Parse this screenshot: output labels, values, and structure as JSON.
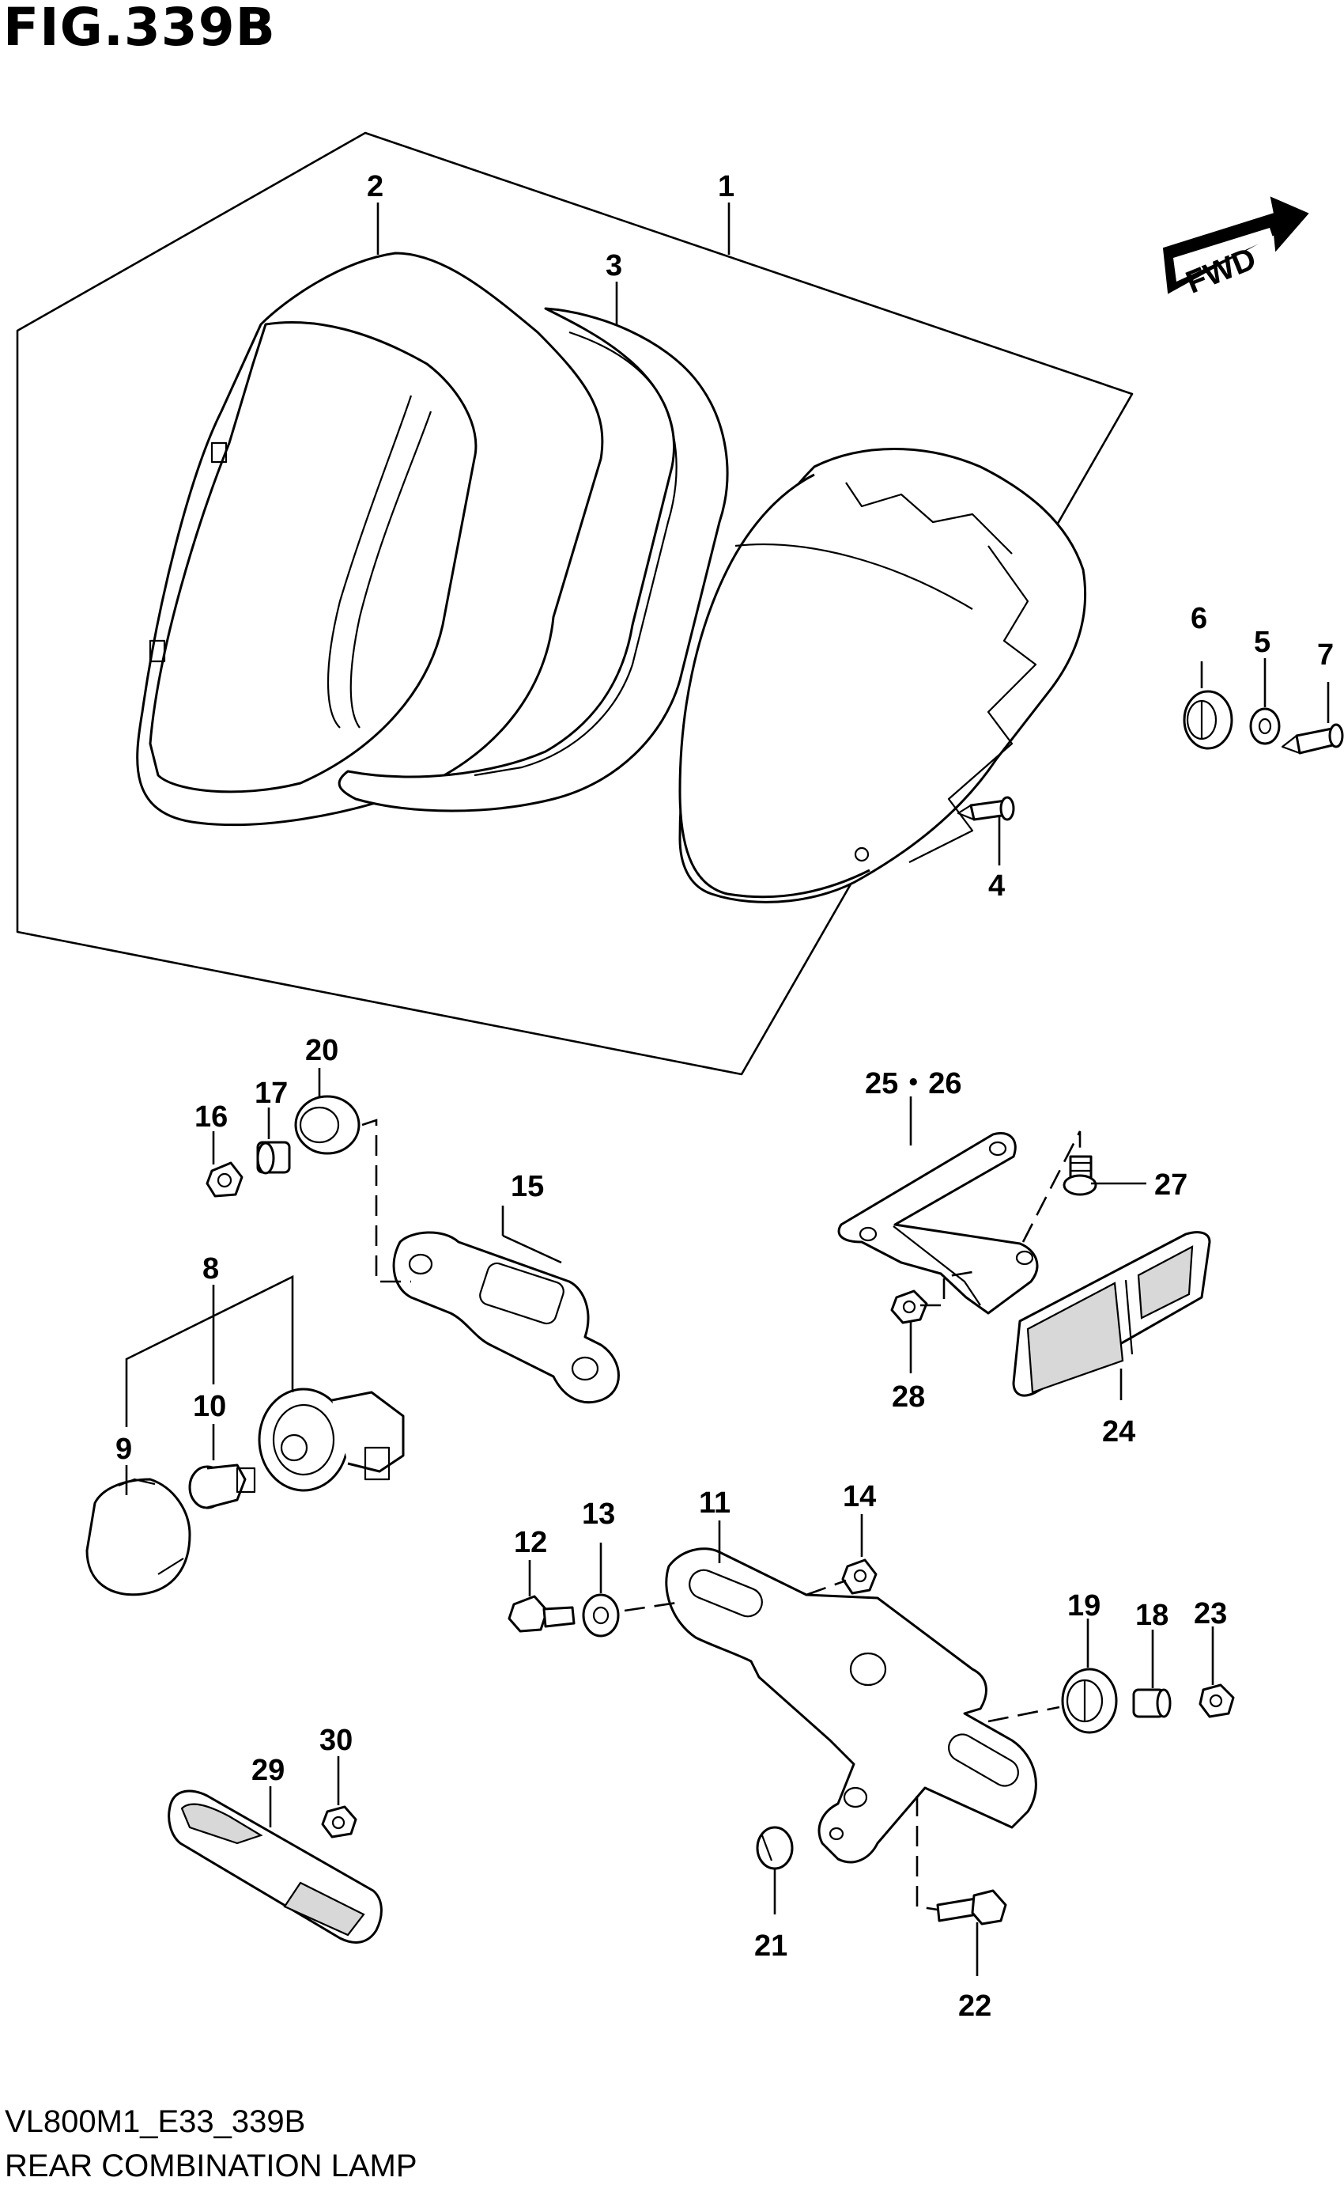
{
  "figure": {
    "title": "FIG.339B",
    "footer_code": "VL800M1_E33_339B",
    "caption": "REAR COMBINATION LAMP",
    "direction_tag": "FWD"
  },
  "callouts": [
    {
      "id": "c1",
      "text": "1"
    },
    {
      "id": "c2",
      "text": "2"
    },
    {
      "id": "c3",
      "text": "3"
    },
    {
      "id": "c4",
      "text": "4"
    },
    {
      "id": "c5",
      "text": "5"
    },
    {
      "id": "c6",
      "text": "6"
    },
    {
      "id": "c7",
      "text": "7"
    },
    {
      "id": "c8",
      "text": "8"
    },
    {
      "id": "c9",
      "text": "9"
    },
    {
      "id": "c10",
      "text": "10"
    },
    {
      "id": "c11",
      "text": "11"
    },
    {
      "id": "c12",
      "text": "12"
    },
    {
      "id": "c13",
      "text": "13"
    },
    {
      "id": "c14",
      "text": "14"
    },
    {
      "id": "c15",
      "text": "15"
    },
    {
      "id": "c16",
      "text": "16"
    },
    {
      "id": "c17",
      "text": "17"
    },
    {
      "id": "c18",
      "text": "18"
    },
    {
      "id": "c19",
      "text": "19"
    },
    {
      "id": "c20",
      "text": "20"
    },
    {
      "id": "c21",
      "text": "21"
    },
    {
      "id": "c22",
      "text": "22"
    },
    {
      "id": "c23",
      "text": "23"
    },
    {
      "id": "c24",
      "text": "24"
    },
    {
      "id": "c25_26",
      "text": "25・26"
    },
    {
      "id": "c27",
      "text": "27"
    },
    {
      "id": "c28",
      "text": "28"
    },
    {
      "id": "c29",
      "text": "29"
    },
    {
      "id": "c30",
      "text": "30"
    }
  ]
}
